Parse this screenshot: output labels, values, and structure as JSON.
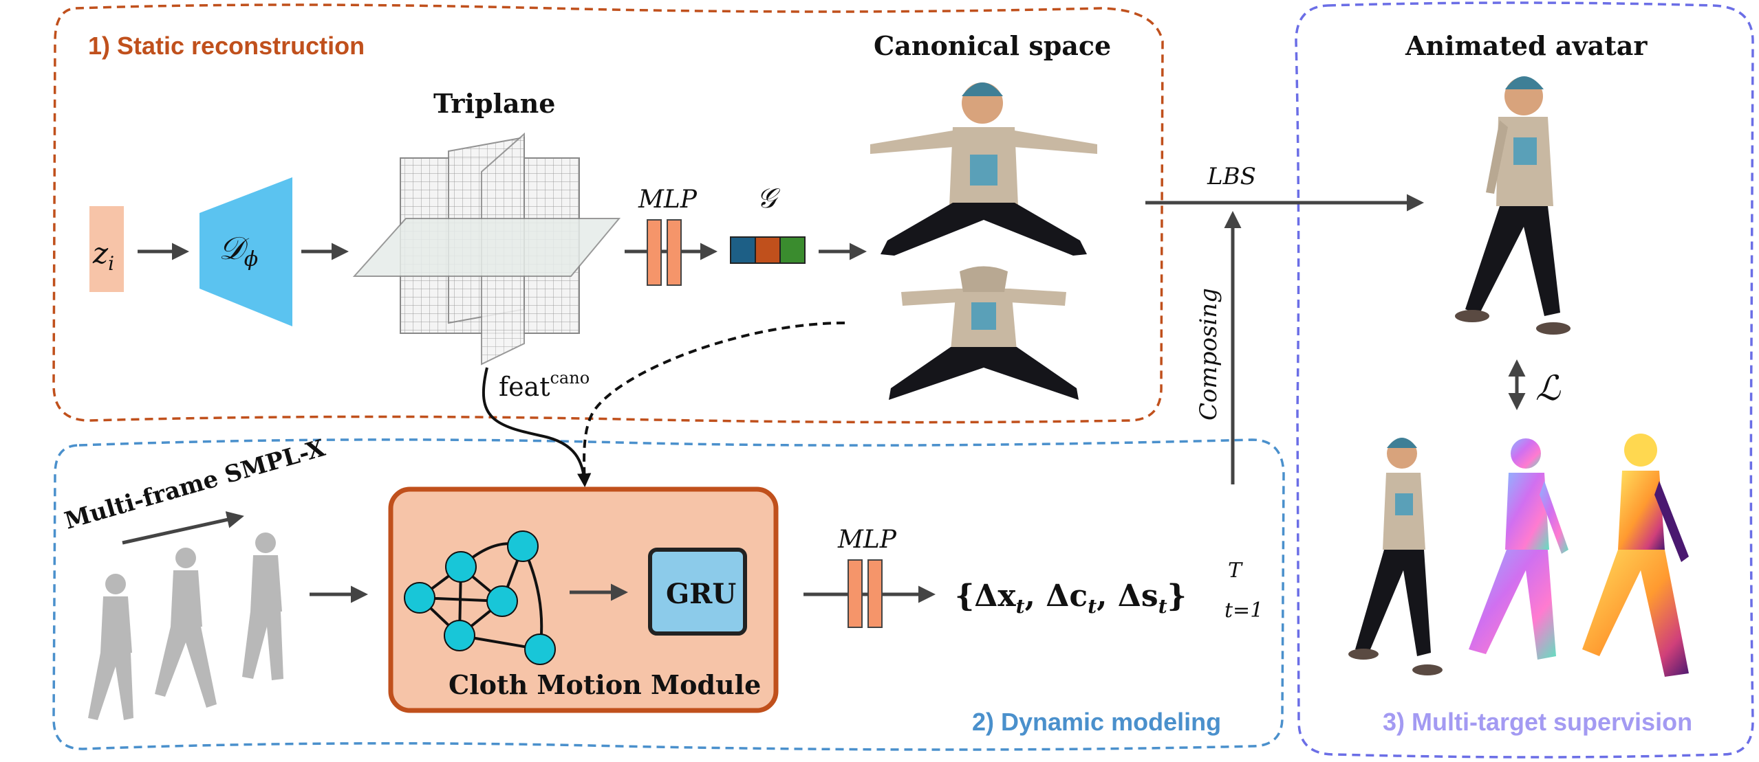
{
  "sections": {
    "static": {
      "label": "1) Static reconstruction",
      "color": "#c0501c"
    },
    "dynamic": {
      "label": "2) Dynamic modeling",
      "color": "#4a90cc"
    },
    "supervision": {
      "label": "3) Multi-target supervision",
      "color": "#6b6ee6",
      "label_color": "#a39af2"
    }
  },
  "titles": {
    "triplane": "Triplane",
    "canonical": "Canonical space",
    "animated": "Animated avatar",
    "cloth_module": "Cloth Motion Module",
    "multiframe": "Multi-frame SMPL-X"
  },
  "symbols": {
    "z": "z",
    "z_sub": "i",
    "decoder": "𝒟",
    "decoder_sub": "ϕ",
    "gaussian": "𝒢",
    "loss": "ℒ",
    "feat": "feat",
    "feat_sup": "cano",
    "mlp1": "MLP",
    "mlp2": "MLP",
    "lbs": "LBS",
    "composing": "Composing",
    "gru": "GRU",
    "output_set": "{Δx",
    "output_set_c": "Δc",
    "output_set_s": "Δs",
    "output_sub_t": "t",
    "output_sup": "T",
    "output_range": "t=1"
  },
  "colors": {
    "latent": "#f7c4a8",
    "decoder": "#5bc3f0",
    "mlp": "#f5956a",
    "gaussian": [
      "#1d5f86",
      "#c0501c",
      "#3a8c2e"
    ],
    "gru_fill": "#8ccbea",
    "module_fill": "#f6c4a8",
    "module_stroke": "#c0501c",
    "node": "#18c6d8"
  }
}
